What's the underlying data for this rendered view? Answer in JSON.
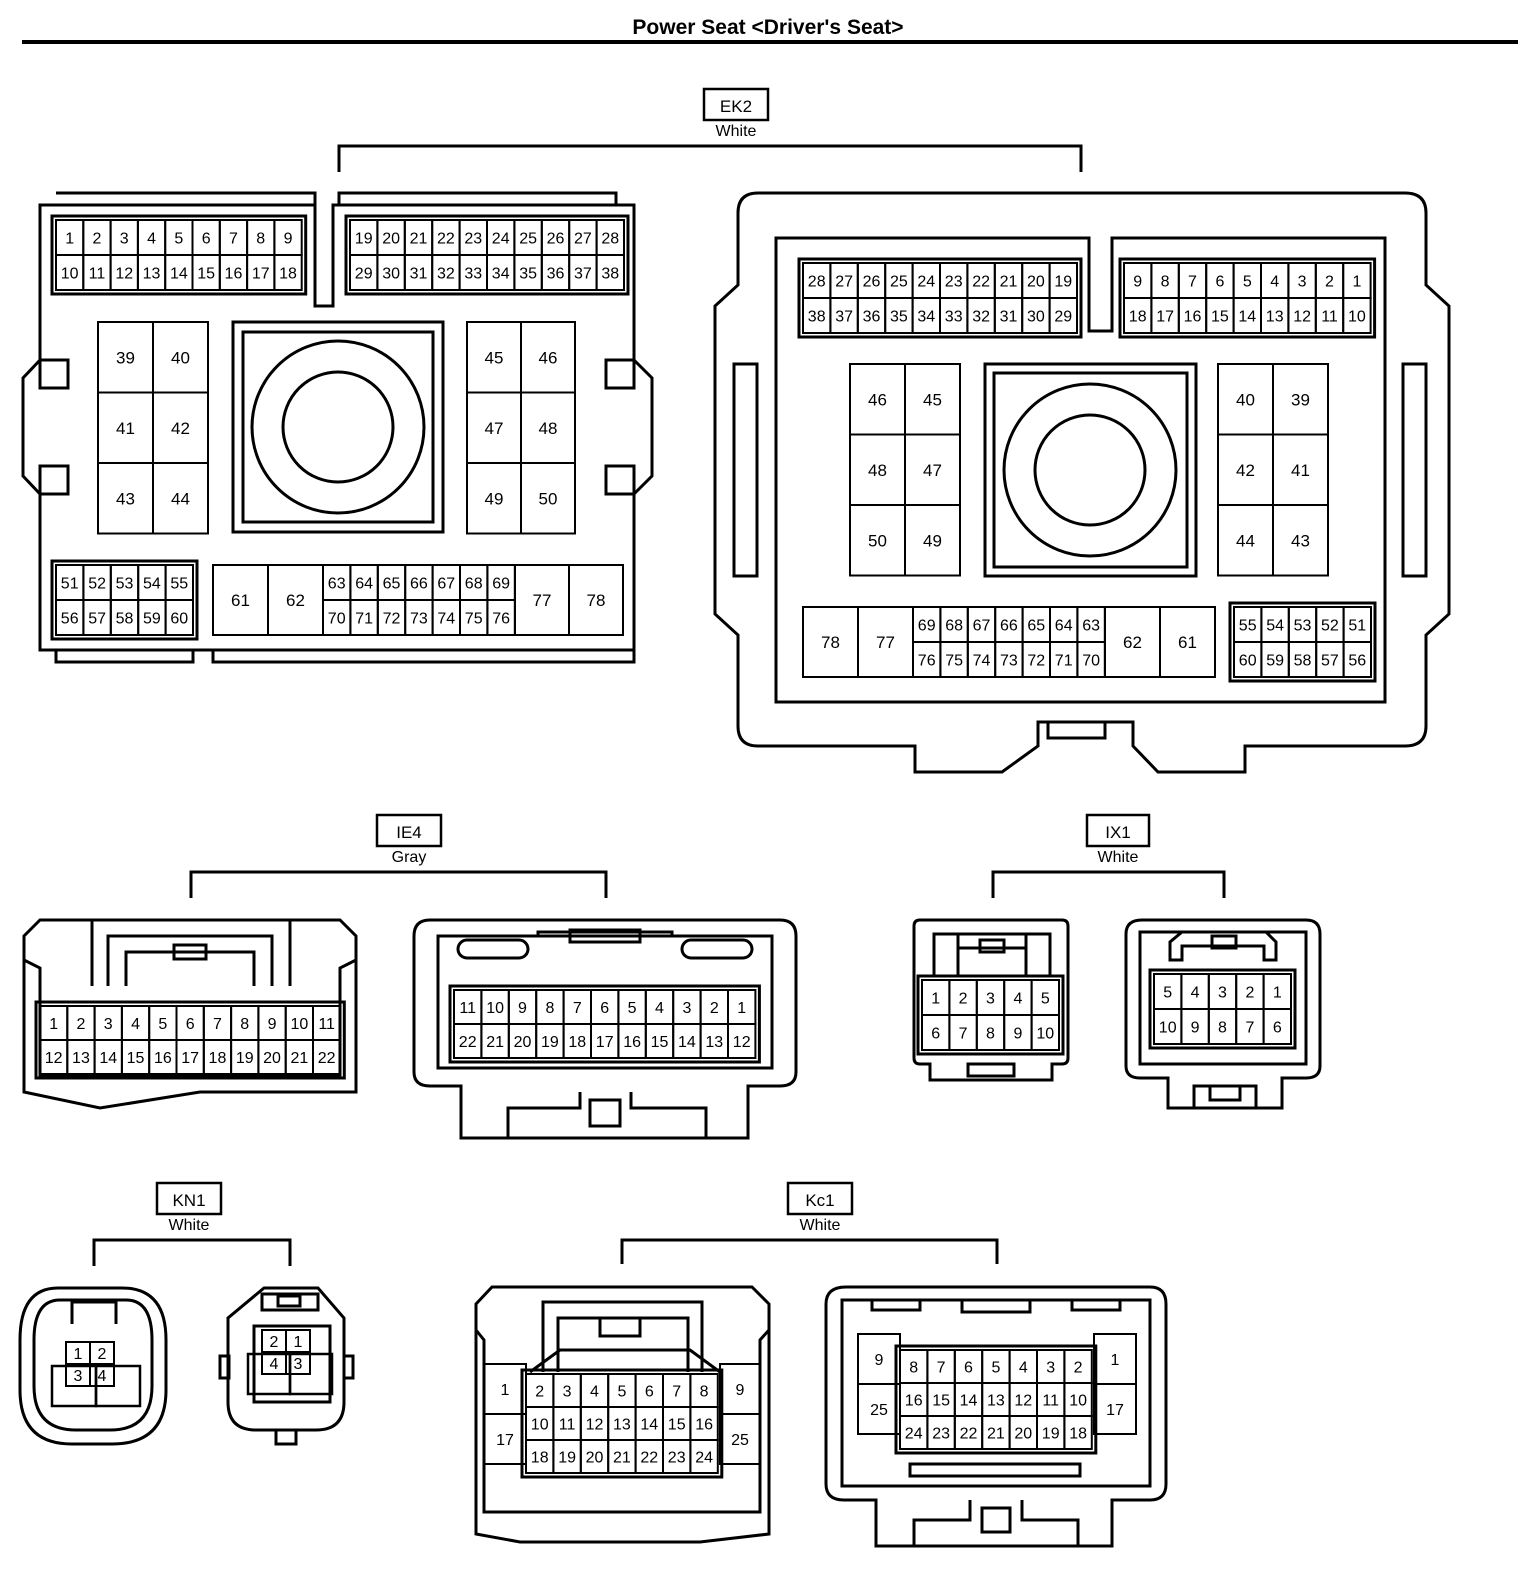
{
  "title": "Power Seat <Driver's Seat>",
  "colors": {
    "line": "#000000",
    "background": "#ffffff"
  },
  "connectors": {
    "ek2": {
      "id": "EK2",
      "color": "White",
      "pin_rows_left_top": [
        [
          "1",
          "2",
          "3",
          "4",
          "5",
          "6",
          "7",
          "8",
          "9"
        ],
        [
          "10",
          "11",
          "12",
          "13",
          "14",
          "15",
          "16",
          "17",
          "18"
        ]
      ],
      "pin_rows_left_top_right": [
        [
          "19",
          "20",
          "21",
          "22",
          "23",
          "24",
          "25",
          "26",
          "27",
          "28"
        ],
        [
          "29",
          "30",
          "31",
          "32",
          "33",
          "34",
          "35",
          "36",
          "37",
          "38"
        ]
      ],
      "pin_blocks_left_mid_a": [
        [
          "39",
          "40"
        ],
        [
          "41",
          "42"
        ],
        [
          "43",
          "44"
        ]
      ],
      "pin_blocks_left_mid_b": [
        [
          "45",
          "46"
        ],
        [
          "47",
          "48"
        ],
        [
          "49",
          "50"
        ]
      ],
      "pin_rows_left_bottom_a": [
        [
          "51",
          "52",
          "53",
          "54",
          "55"
        ],
        [
          "56",
          "57",
          "58",
          "59",
          "60"
        ]
      ],
      "pins_left_bottom_big_a": [
        "61",
        "62"
      ],
      "pin_rows_left_bottom_b": [
        [
          "63",
          "64",
          "65",
          "66",
          "67",
          "68",
          "69"
        ],
        [
          "70",
          "71",
          "72",
          "73",
          "74",
          "75",
          "76"
        ]
      ],
      "pins_left_bottom_big_b": [
        "77",
        "78"
      ],
      "pin_rows_right_top_a": [
        [
          "28",
          "27",
          "26",
          "25",
          "24",
          "23",
          "22",
          "21",
          "20",
          "19"
        ],
        [
          "38",
          "37",
          "36",
          "35",
          "34",
          "33",
          "32",
          "31",
          "30",
          "29"
        ]
      ],
      "pin_rows_right_top_b": [
        [
          "9",
          "8",
          "7",
          "6",
          "5",
          "4",
          "3",
          "2",
          "1"
        ],
        [
          "18",
          "17",
          "16",
          "15",
          "14",
          "13",
          "12",
          "11",
          "10"
        ]
      ],
      "pin_blocks_right_mid_a": [
        [
          "46",
          "45"
        ],
        [
          "48",
          "47"
        ],
        [
          "50",
          "49"
        ]
      ],
      "pin_blocks_right_mid_b": [
        [
          "40",
          "39"
        ],
        [
          "42",
          "41"
        ],
        [
          "44",
          "43"
        ]
      ],
      "pins_right_bottom_big_a": [
        "78",
        "77"
      ],
      "pin_rows_right_bottom_a": [
        [
          "69",
          "68",
          "67",
          "66",
          "65",
          "64",
          "63"
        ],
        [
          "76",
          "75",
          "74",
          "73",
          "72",
          "71",
          "70"
        ]
      ],
      "pins_right_bottom_big_b": [
        "62",
        "61"
      ],
      "pin_rows_right_bottom_b": [
        [
          "55",
          "54",
          "53",
          "52",
          "51"
        ],
        [
          "60",
          "59",
          "58",
          "57",
          "56"
        ]
      ]
    },
    "ie4": {
      "id": "IE4",
      "color": "Gray",
      "pin_rows_left": [
        [
          "1",
          "2",
          "3",
          "4",
          "5",
          "6",
          "7",
          "8",
          "9",
          "10",
          "11"
        ],
        [
          "12",
          "13",
          "14",
          "15",
          "16",
          "17",
          "18",
          "19",
          "20",
          "21",
          "22"
        ]
      ],
      "pin_rows_right": [
        [
          "11",
          "10",
          "9",
          "8",
          "7",
          "6",
          "5",
          "4",
          "3",
          "2",
          "1"
        ],
        [
          "22",
          "21",
          "20",
          "19",
          "18",
          "17",
          "16",
          "15",
          "14",
          "13",
          "12"
        ]
      ]
    },
    "ix1": {
      "id": "IX1",
      "color": "White",
      "pin_rows_left": [
        [
          "1",
          "2",
          "3",
          "4",
          "5"
        ],
        [
          "6",
          "7",
          "8",
          "9",
          "10"
        ]
      ],
      "pin_rows_right": [
        [
          "5",
          "4",
          "3",
          "2",
          "1"
        ],
        [
          "10",
          "9",
          "8",
          "7",
          "6"
        ]
      ]
    },
    "kn1": {
      "id": "KN1",
      "color": "White",
      "pin_rows_left": [
        [
          "1",
          "2"
        ],
        [
          "3",
          "4"
        ]
      ],
      "pin_rows_right": [
        [
          "2",
          "1"
        ],
        [
          "4",
          "3"
        ]
      ]
    },
    "kc1": {
      "id": "Kc1",
      "color": "White",
      "left": {
        "side_left": [
          "1",
          "17"
        ],
        "rows": [
          [
            "2",
            "3",
            "4",
            "5",
            "6",
            "7",
            "8"
          ],
          [
            "10",
            "11",
            "12",
            "13",
            "14",
            "15",
            "16"
          ],
          [
            "18",
            "19",
            "20",
            "21",
            "22",
            "23",
            "24"
          ]
        ],
        "side_right": [
          "9",
          "25"
        ]
      },
      "right": {
        "side_left": [
          "9",
          "25"
        ],
        "rows": [
          [
            "8",
            "7",
            "6",
            "5",
            "4",
            "3",
            "2"
          ],
          [
            "16",
            "15",
            "14",
            "13",
            "12",
            "11",
            "10"
          ],
          [
            "24",
            "23",
            "22",
            "21",
            "20",
            "19",
            "18"
          ]
        ],
        "side_right": [
          "1",
          "17"
        ]
      }
    }
  }
}
